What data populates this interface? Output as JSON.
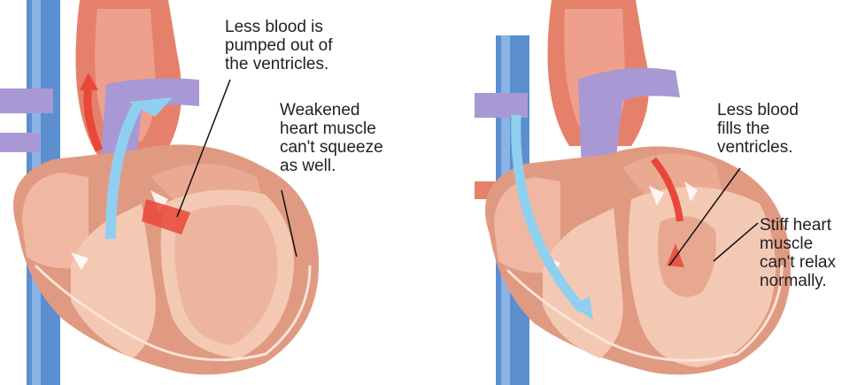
{
  "colors": {
    "vein_blue": "#5b8fd0",
    "aorta_red": "#e5806a",
    "muscle": "#e09a82",
    "muscle_light": "#f4c9b4",
    "purple": "#a898d4",
    "flow_red": "#e8483a",
    "flow_blue": "#8fd0f0"
  },
  "left_panel": {
    "callout_top": "Less blood is\npumped out of\nthe ventricles.",
    "callout_side": "Weakened\nheart muscle\ncan't squeeze\nas well."
  },
  "right_panel": {
    "callout_top": "Less blood\nfills the\nventricles.",
    "callout_side": "Stiff heart\nmuscle\ncan't relax\nnormally."
  }
}
